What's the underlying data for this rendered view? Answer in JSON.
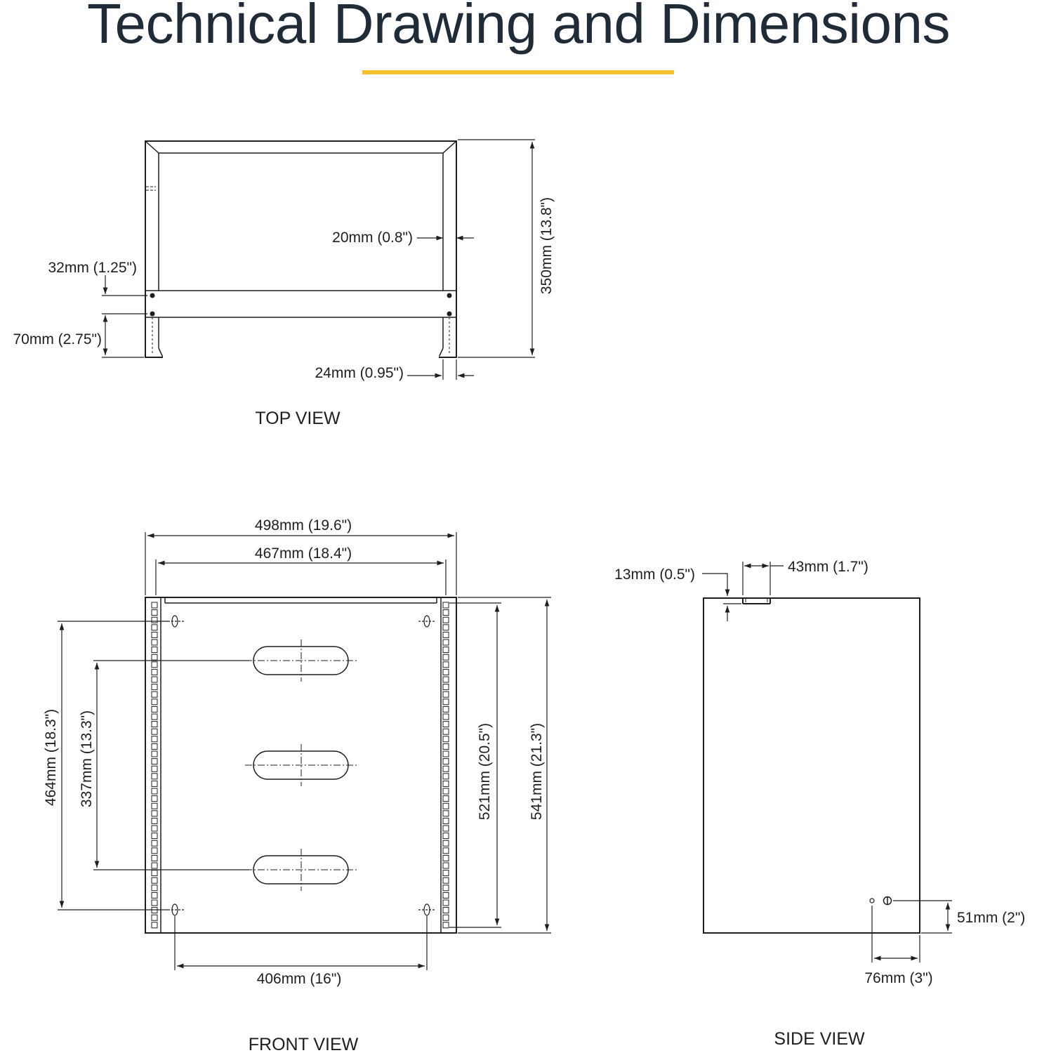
{
  "title": "Technical Drawing and Dimensions",
  "colors": {
    "accent": "#f2c230",
    "title": "#1f2b36",
    "line": "#1e1e1e"
  },
  "views": {
    "top": "TOP VIEW",
    "front": "FRONT VIEW",
    "side": "SIDE VIEW"
  },
  "dimensions": {
    "top_rail_width": "20mm (0.8\")",
    "top_inset": "32mm (1.25\")",
    "top_rail_depth": "70mm (2.75\")",
    "top_depth": "350mm (13.8\")",
    "top_foot": "24mm (0.95\")",
    "front_outer_width": "498mm (19.6\")",
    "front_inner_width": "467mm (18.4\")",
    "front_hole_spacing_h": "406mm (16\")",
    "front_hole_spacing_v": "464mm (18.3\")",
    "front_slot_spacing": "337mm (13.3\")",
    "front_inner_height": "521mm (20.5\")",
    "front_outer_height": "541mm (21.3\")",
    "side_lip": "13mm (0.5\")",
    "side_lip_width": "43mm (1.7\")",
    "side_hole_height": "51mm (2\")",
    "side_hole_offset": "76mm (3\")"
  }
}
